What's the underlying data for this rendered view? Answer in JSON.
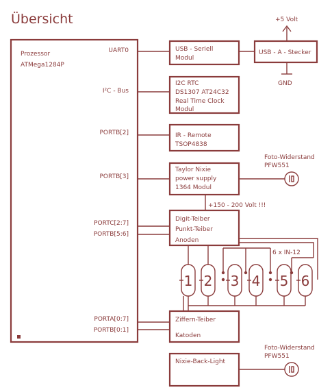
{
  "title": "Übersicht",
  "mcu": {
    "name": "Prozessor",
    "part": "ATMega1284P",
    "pins": {
      "uart": "UART0",
      "i2c": "I²C - Bus",
      "portb2": "PORTB[2]",
      "portb3": "PORTB[3]",
      "portc": "PORTC[2:7]",
      "portb56": "PORTB[5:6]",
      "porta": "PORTA[0:7]",
      "portb01": "PORTB[0:1]"
    }
  },
  "modules": {
    "usb_serial": [
      "USB - Seriell",
      "Modul"
    ],
    "usb_connector": "USB - A - Stecker",
    "power_in": "+5 Volt",
    "ground": "GND",
    "rtc": [
      "I2C RTC",
      "DS1307 AT24C32",
      "Real Time Clock",
      "Modul"
    ],
    "ir": [
      "IR - Remote",
      "TSOP4838"
    ],
    "psu": [
      "Taylor Nixie",
      "power supply",
      "1364 Modul"
    ],
    "hv_label": "+150 - 200 Volt !!!",
    "driver": [
      "Digit-Teiber",
      "Punkt-Teiber",
      "Anoden"
    ],
    "tubes_label": "6 x IN-12",
    "tube_digits": [
      "1",
      "2",
      "3",
      "4",
      "5",
      "6"
    ],
    "cathode": [
      "Ziffern-Teiber",
      "Katoden"
    ],
    "backlight": "Nixie-Back-Light",
    "ldr1": [
      "Foto-Widerstand",
      "PFW551"
    ],
    "ldr2": [
      "Foto-Widerstand",
      "PFW551"
    ]
  }
}
